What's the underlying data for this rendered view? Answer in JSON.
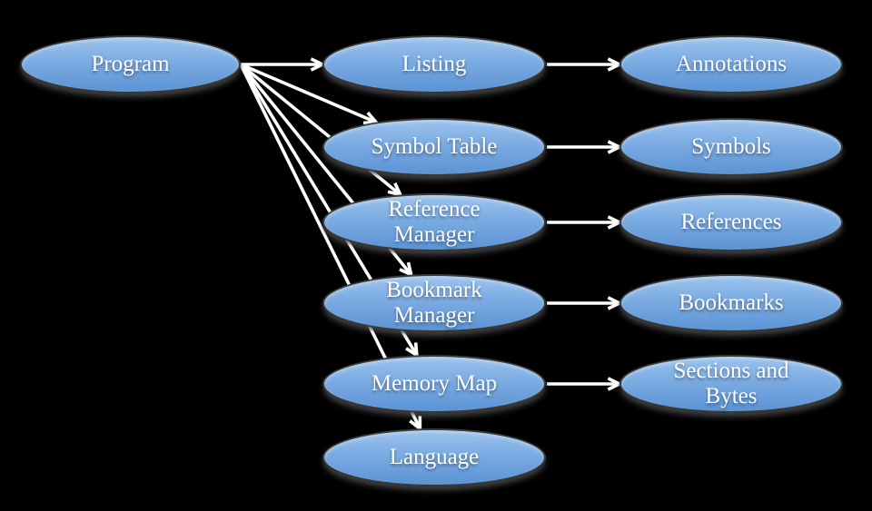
{
  "diagram": {
    "background_color": "#000000",
    "node_fill_top": "#9cc3ee",
    "node_fill_bottom": "#5b93d4",
    "node_border_color": "#3a3a38",
    "arrow_color": "#ffffff",
    "text_color": "#ffffff",
    "nodes": [
      {
        "id": "program",
        "label": "Program",
        "col": "left",
        "row": 0
      },
      {
        "id": "listing",
        "label": "Listing",
        "col": "mid",
        "row": 0
      },
      {
        "id": "symbol-table",
        "label": "Symbol Table",
        "col": "mid",
        "row": 1
      },
      {
        "id": "reference-manager",
        "label": "Reference Manager",
        "col": "mid",
        "row": 2
      },
      {
        "id": "bookmark-manager",
        "label": "Bookmark Manager",
        "col": "mid",
        "row": 3
      },
      {
        "id": "memory-map",
        "label": "Memory Map",
        "col": "mid",
        "row": 4
      },
      {
        "id": "language",
        "label": "Language",
        "col": "mid",
        "row": 5
      },
      {
        "id": "annotations",
        "label": "Annotations",
        "col": "right",
        "row": 0
      },
      {
        "id": "symbols",
        "label": "Symbols",
        "col": "right",
        "row": 1
      },
      {
        "id": "references",
        "label": "References",
        "col": "right",
        "row": 2
      },
      {
        "id": "bookmarks",
        "label": "Bookmarks",
        "col": "right",
        "row": 3
      },
      {
        "id": "sections-and-bytes",
        "label": "Sections and Bytes",
        "col": "right",
        "row": 4
      }
    ],
    "edges": [
      {
        "from": "program",
        "to": "listing"
      },
      {
        "from": "program",
        "to": "symbol-table"
      },
      {
        "from": "program",
        "to": "reference-manager"
      },
      {
        "from": "program",
        "to": "bookmark-manager"
      },
      {
        "from": "program",
        "to": "memory-map"
      },
      {
        "from": "program",
        "to": "language"
      },
      {
        "from": "listing",
        "to": "annotations"
      },
      {
        "from": "symbol-table",
        "to": "symbols"
      },
      {
        "from": "reference-manager",
        "to": "references"
      },
      {
        "from": "bookmark-manager",
        "to": "bookmarks"
      },
      {
        "from": "memory-map",
        "to": "sections-and-bytes"
      }
    ]
  }
}
